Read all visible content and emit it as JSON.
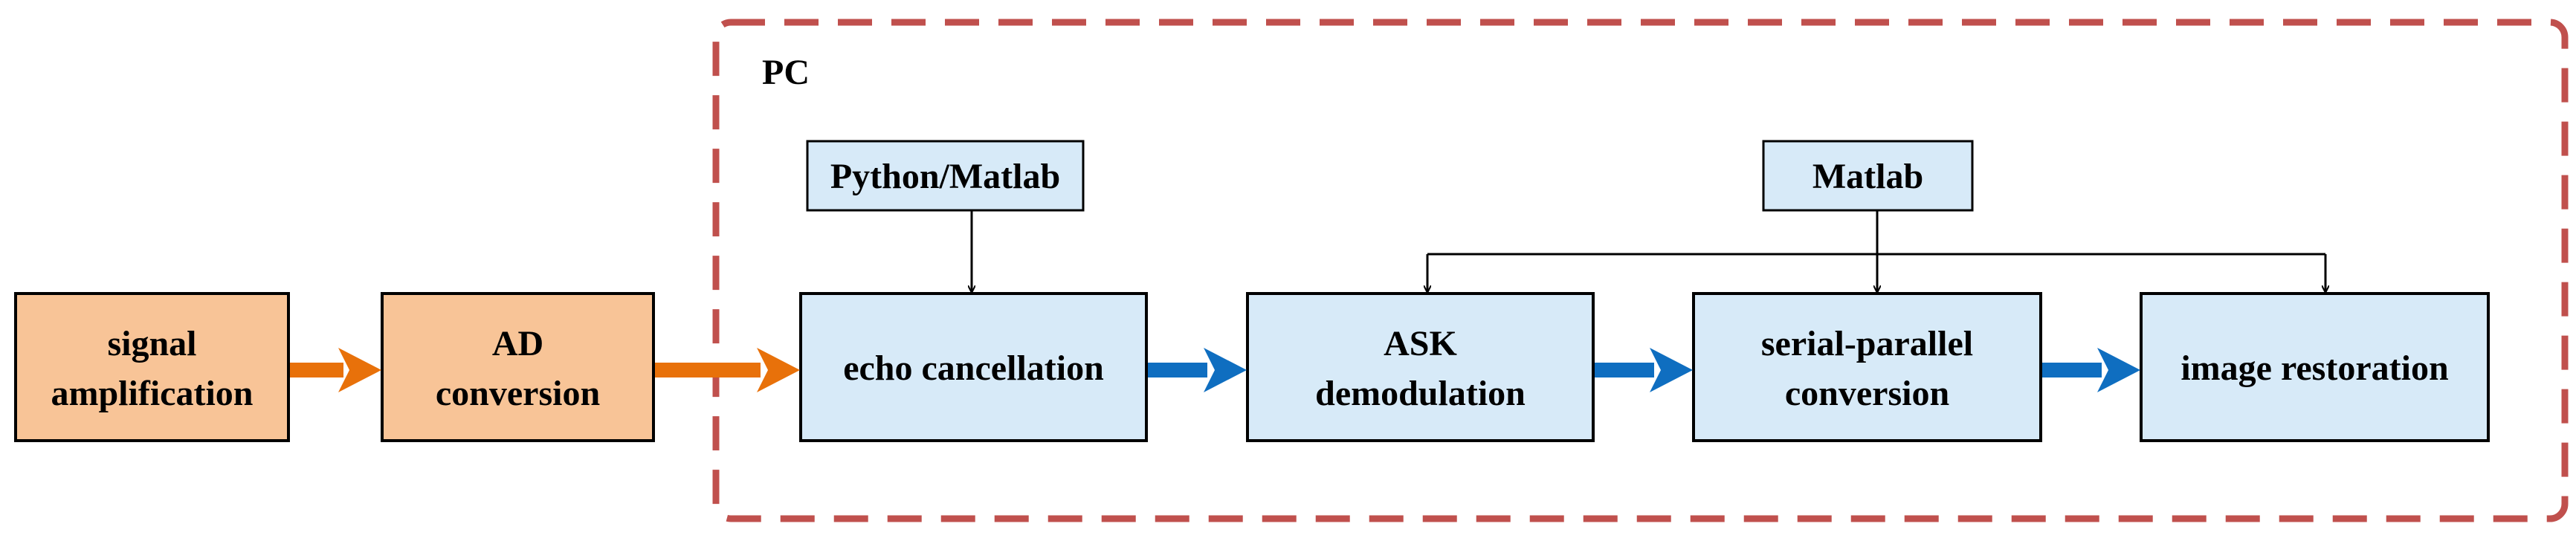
{
  "colors": {
    "orange_fill": "#F8C497",
    "orange_arrow": "#E8710A",
    "blue_fill": "#D7EAF8",
    "blue_arrow": "#0F6EC0",
    "dashed_border": "#C0504D",
    "stroke": "#000000"
  },
  "pc_region": {
    "label": "PC"
  },
  "boxes": {
    "signal_amplification": [
      "signal",
      "amplification"
    ],
    "ad_conversion": [
      "AD",
      "conversion"
    ],
    "echo_cancellation": [
      "echo cancellation"
    ],
    "ask_demodulation": [
      "ASK",
      "demodulation"
    ],
    "serial_parallel_conversion": [
      "serial-parallel",
      "conversion"
    ],
    "image_restoration": [
      "image restoration"
    ]
  },
  "tools": {
    "python_matlab": "Python/Matlab",
    "matlab": "Matlab"
  }
}
